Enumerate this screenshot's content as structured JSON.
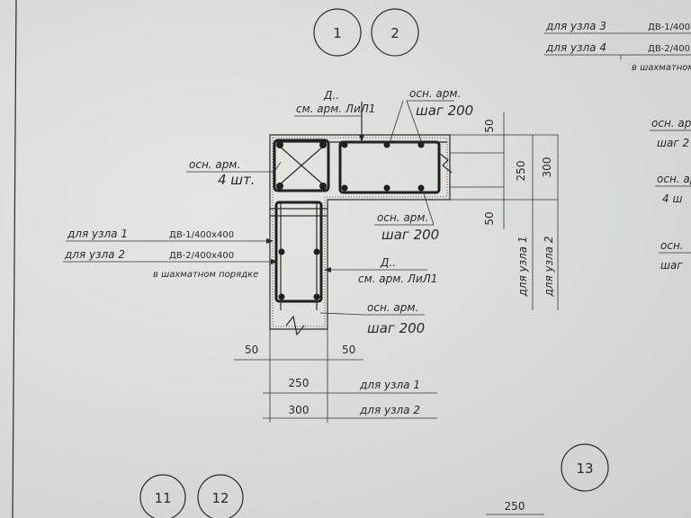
{
  "sheet_numbers": {
    "top_left": "1",
    "top_right": "2",
    "bottom_left_a": "11",
    "bottom_left_b": "12",
    "bottom_right": "13"
  },
  "top_right_callout": {
    "line1_label": "для узла 3",
    "line1_value": "ДВ-1/400",
    "line2_label": "для узла 4",
    "line2_value": "ДВ-2/400",
    "note": "в шахматном"
  },
  "right_edge_labels": {
    "label_a": "осн. арм.",
    "label_b": "шаг 2",
    "label_c": "осн. арм.",
    "label_d": "4 ш",
    "label_e": "осн.",
    "label_f": "шаг"
  },
  "annotations": {
    "top_mark": "Д..",
    "top_mark_sub": "см. арм. ЛиЛ1",
    "top_rebar": "осн. арм.",
    "top_rebar_step": "шаг 200",
    "left_rebar": "осн. арм.",
    "left_rebar_count": "4 шт.",
    "mid_rebar": "осн. арм.",
    "mid_rebar_step": "шаг 200",
    "side_mark": "Д..",
    "side_mark_sub": "см. арм. ЛиЛ1",
    "bottom_rebar": "осн. арм.",
    "bottom_rebar_step": "шаг 200"
  },
  "left_callout": {
    "line1_label": "для узла 1",
    "line1_value": "ДВ-1/400х400",
    "line2_label": "для узла 2",
    "line2_value": "ДВ-2/400х400",
    "note": "в шахматном порядке"
  },
  "dimensions": {
    "right_top": "50",
    "right_mid": "250",
    "right_total": "300",
    "right_bottom": "50",
    "right_for_node1": "для узла 1",
    "right_for_node2": "для узла 2",
    "bottom_left": "50",
    "bottom_right": "50",
    "bottom_mid": "250",
    "bottom_total": "300",
    "bottom_for_node1": "для узла 1",
    "bottom_for_node2": "для узла 2",
    "bottom_edge": "250"
  }
}
